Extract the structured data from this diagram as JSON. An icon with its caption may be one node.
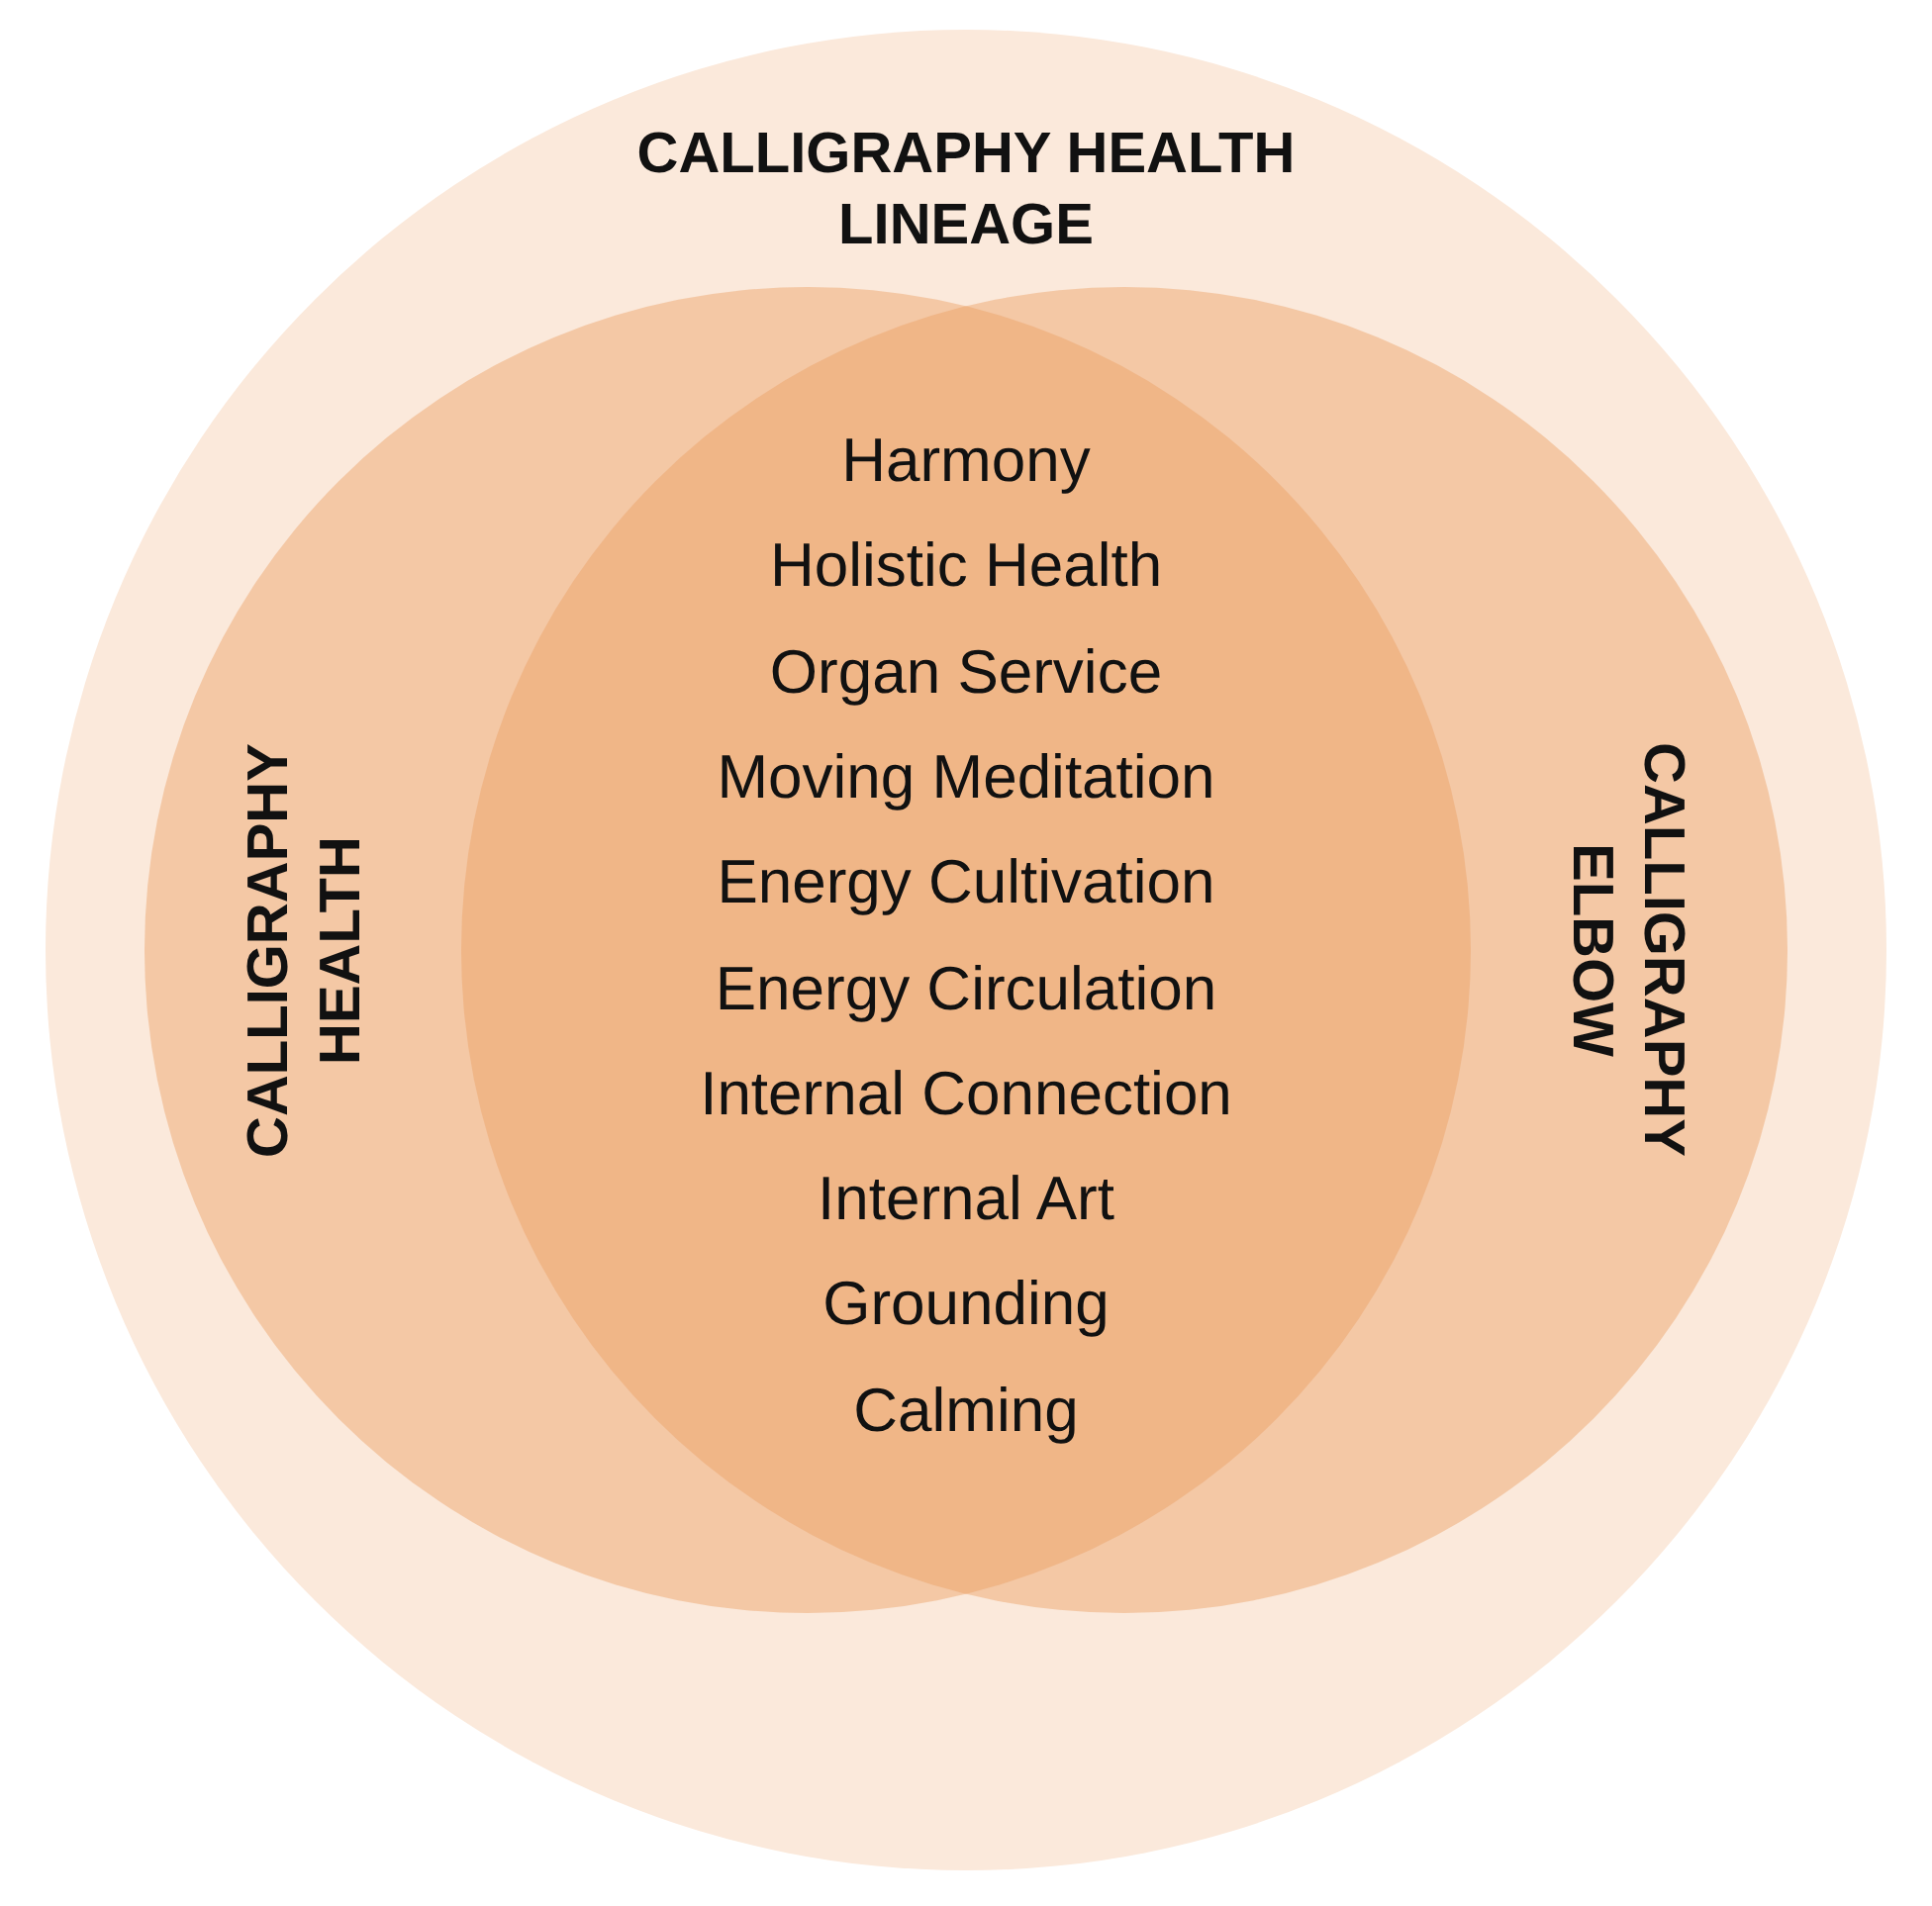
{
  "diagram": {
    "nodes": [
      {
        "text": [
          "CALLIGRAPHY HEALTH LINEAGE"
        ]
      },
      {
        "text": [
          "CALLIGRAPHY HEALTH"
        ],
        "in": 0
      },
      {
        "text": [
          "CALLIGRAPHY ELBOW"
        ],
        "in": 0
      }
    ],
    "labels": [
      "Harmony",
      "Holistic Health",
      "Organ Service",
      "Moving Meditation",
      "Energy Cultivation",
      "Energy Circulation",
      "Internal Connection",
      "Internal Art",
      "Grounding",
      "Calming"
    ]
  }
}
